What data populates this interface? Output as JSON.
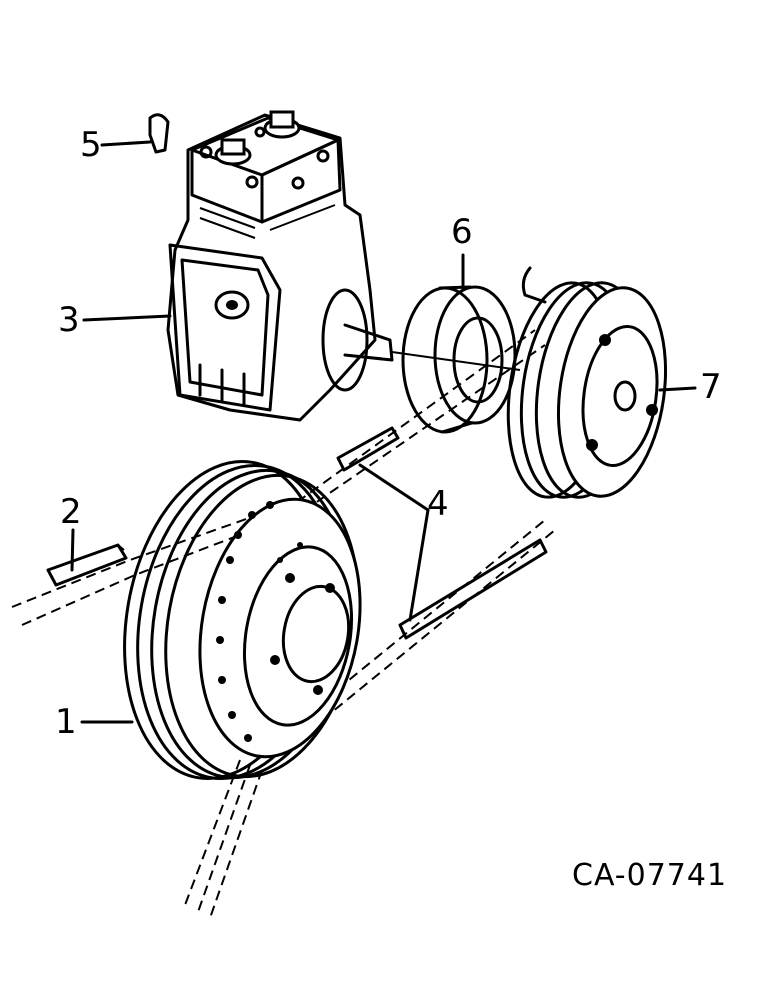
{
  "figure_code": "CA-07741",
  "callouts": [
    {
      "id": "1",
      "label": "1"
    },
    {
      "id": "2",
      "label": "2"
    },
    {
      "id": "3",
      "label": "3"
    },
    {
      "id": "4",
      "label": "4"
    },
    {
      "id": "5",
      "label": "5"
    },
    {
      "id": "6",
      "label": "6"
    },
    {
      "id": "7",
      "label": "7"
    }
  ]
}
